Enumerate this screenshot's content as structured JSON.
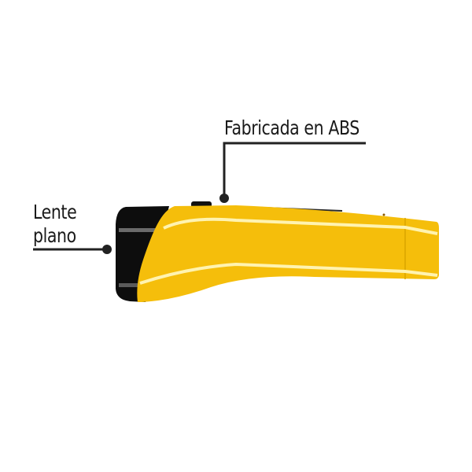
{
  "callouts": [
    {
      "label": "Fabricada en ABS",
      "target": "body-housing"
    },
    {
      "label_line1": "Lente",
      "label_line2": "plano",
      "target": "lens-head"
    }
  ],
  "product": {
    "type": "flashlight",
    "body_color": "#F5BE0B",
    "head_color": "#0d0d0d",
    "highlight_color": "#FFF3B0",
    "leader_color": "#222222"
  }
}
